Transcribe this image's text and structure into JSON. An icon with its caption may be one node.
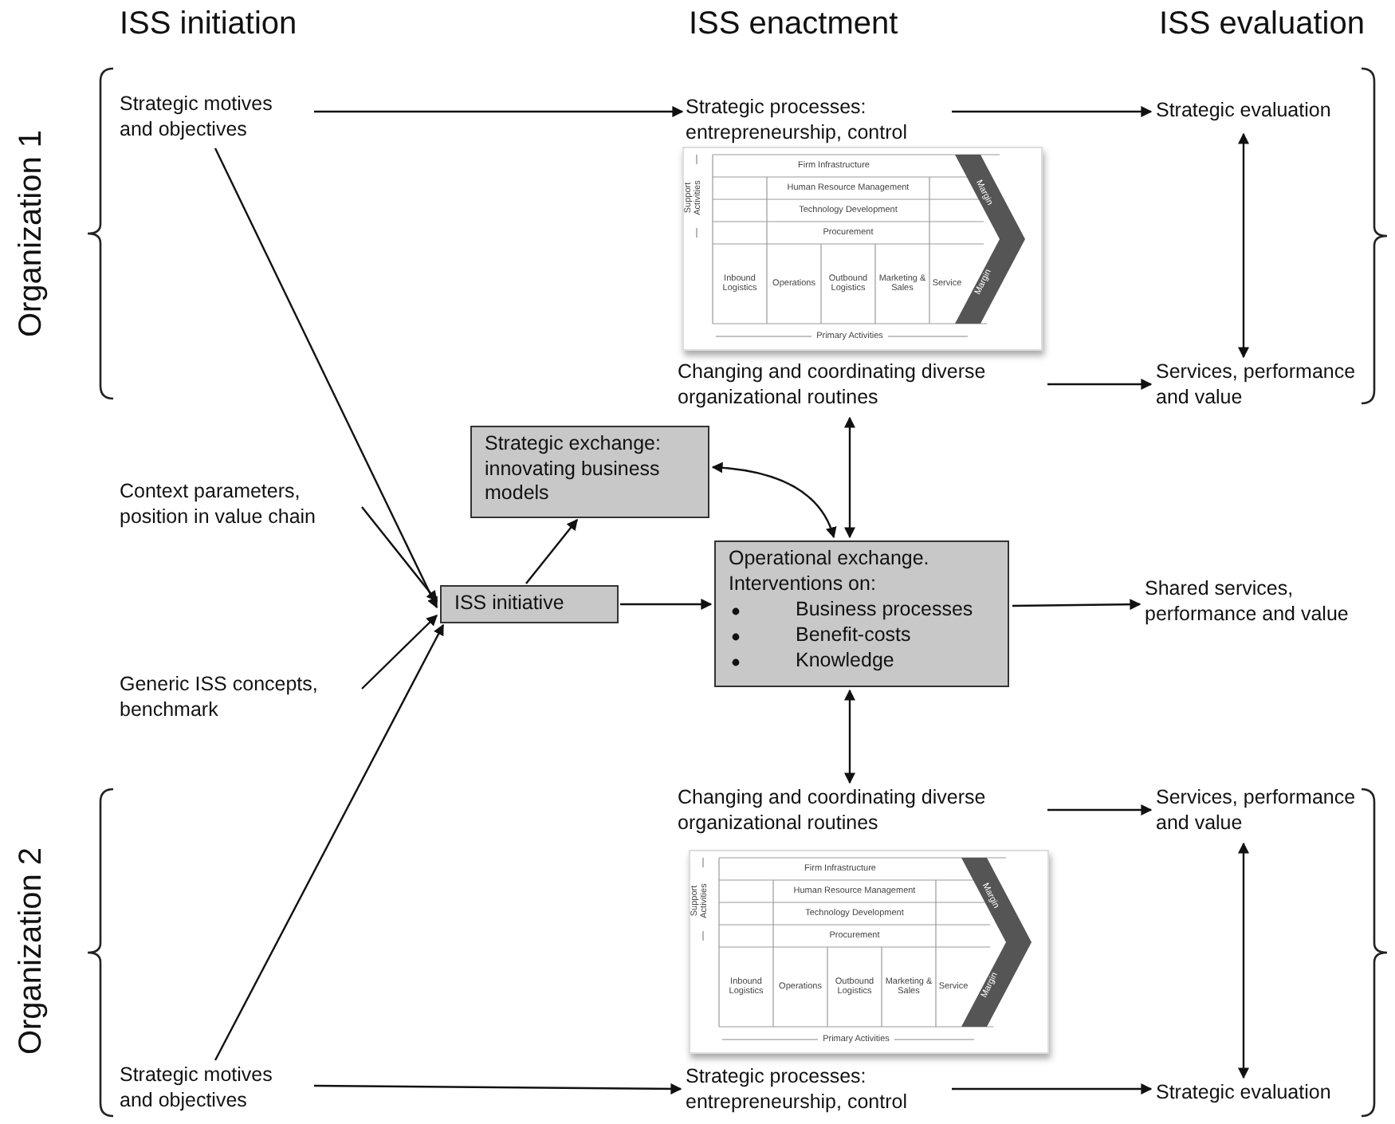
{
  "diagram": {
    "nodes": [
      {
        "text": [
          "Strategic motives and objectives"
        ]
      },
      {
        "text": [
          "Strategic processes: entrepreneurship, control"
        ]
      },
      {
        "text": [
          "Strategic evaluation"
        ]
      },
      {
        "text": [
          "Changing and coordinating diverse organizational routines"
        ]
      },
      {
        "text": [
          "Services, performance and value"
        ]
      },
      {
        "text": [
          "Strategic exchange: innovating business models"
        ]
      },
      {
        "text": [
          "Context parameters, position in value chain"
        ]
      },
      {
        "text": [
          "ISS initiative"
        ]
      },
      {
        "text": [
          "Operational exchange. Interventions on:",
          "Business processes",
          "Benefit-costs",
          "Knowledge"
        ]
      },
      {
        "text": [
          "Shared services, performance and value"
        ]
      },
      {
        "text": [
          "Generic ISS concepts, benchmark"
        ]
      },
      {
        "text": [
          "Changing and coordinating diverse organizational routines"
        ]
      },
      {
        "text": [
          "Services, performance and value"
        ]
      },
      {
        "text": [
          "Strategic motives and objectives"
        ]
      },
      {
        "text": [
          "Strategic processes: entrepreneurship, control"
        ]
      },
      {
        "text": [
          "Strategic evaluation"
        ]
      }
    ],
    "edges": [
      {
        "from": 0,
        "to": 1,
        "arrow": "to"
      },
      {
        "from": 1,
        "to": 2,
        "arrow": "to"
      },
      {
        "from": 2,
        "to": 4,
        "arrow": "both"
      },
      {
        "from": 3,
        "to": 4,
        "arrow": "to"
      },
      {
        "from": 0,
        "to": 7,
        "arrow": "to"
      },
      {
        "from": 6,
        "to": 7,
        "arrow": "to"
      },
      {
        "from": 10,
        "to": 7,
        "arrow": "to"
      },
      {
        "from": 13,
        "to": 7,
        "arrow": "to"
      },
      {
        "from": 7,
        "to": 5,
        "arrow": "to"
      },
      {
        "from": 7,
        "to": 8,
        "arrow": "to"
      },
      {
        "from": 5,
        "to": 8,
        "arrow": "both"
      },
      {
        "from": 3,
        "to": 8,
        "arrow": "both"
      },
      {
        "from": 8,
        "to": 9,
        "arrow": "to"
      },
      {
        "from": 8,
        "to": 11,
        "arrow": "both"
      },
      {
        "from": 11,
        "to": 12,
        "arrow": "to"
      },
      {
        "from": 12,
        "to": 15,
        "arrow": "both"
      },
      {
        "from": 13,
        "to": 14,
        "arrow": "to"
      },
      {
        "from": 14,
        "to": 15,
        "arrow": "to"
      }
    ],
    "labels": [
      "ISS initiation",
      "ISS enactment",
      "ISS evaluation",
      "Organization 1",
      "Support Activities",
      "Firm Infrastructure",
      "Human Resource Management",
      "Technology Development",
      "Procurement",
      "Inbound Logistics",
      "Operations",
      "Outbound Logistics",
      "Marketing & Sales",
      "Service",
      "Margin",
      "Margin",
      "Primary Activities",
      "Organization 2",
      "Support Activities",
      "Firm Infrastructure",
      "Human Resource Management",
      "Technology Development",
      "Procurement",
      "Inbound Logistics",
      "Operations",
      "Outbound Logistics",
      "Marketing & Sales",
      "Service",
      "Margin",
      "Margin",
      "Primary Activities"
    ]
  }
}
